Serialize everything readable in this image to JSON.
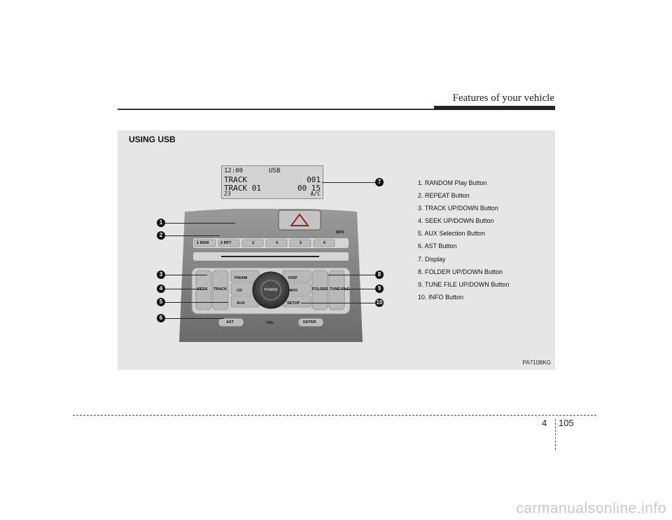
{
  "header": {
    "section": "Features of your vehicle"
  },
  "panel": {
    "title": "USING USB",
    "code": "PA710BKG",
    "legend": [
      "1. RANDOM Play Button",
      "2. REPEAT Button",
      "3. TRACK UP/DOWN Button",
      "4. SEEK UP/DOWN Button",
      "5. AUX Selection Button",
      "6. AST Button",
      "7. Display",
      "8. FOLDER UP/DOWN Button",
      "9. TUNE FILE UP/DOWN Button",
      "10. INFO Button"
    ],
    "display": {
      "clock": "12:00",
      "mode": "USB",
      "line1_label": "TRACK",
      "line1_value": "001",
      "line2_label": "TRACK 01",
      "line2_value": "00 15",
      "temp": "23",
      "right_status": "A/C"
    },
    "callouts": [
      "1",
      "2",
      "3",
      "4",
      "5",
      "6",
      "7",
      "8",
      "9",
      "10"
    ],
    "radio_labels": {
      "fm_am": "FM/AM",
      "cd": "CD",
      "aux": "AUX",
      "disp": "DISP",
      "info": "INFO",
      "setup": "SETUP",
      "seek": "SEEK",
      "track": "TRACK",
      "folder": "FOLDER",
      "tune_file": "TUNE FILE",
      "power": "POWER",
      "vol": "VOL",
      "ast": "AST",
      "enter": "ENTER",
      "presets": [
        "1 RDM",
        "2 RPT",
        "3",
        "4",
        "5",
        "6"
      ],
      "mp3": "MP3"
    }
  },
  "footer": {
    "chapter": "4",
    "page": "105"
  },
  "watermark": "carmanualsonline.info"
}
